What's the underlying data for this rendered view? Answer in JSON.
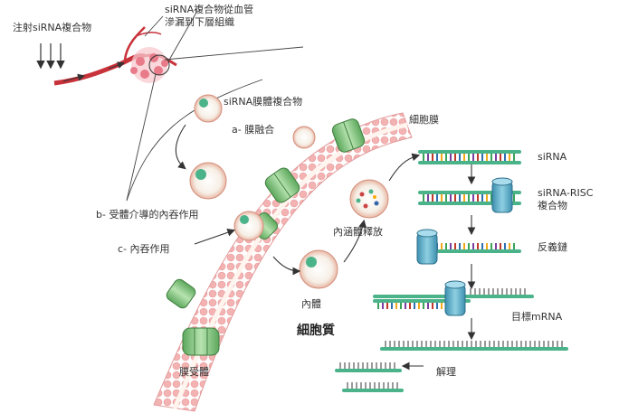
{
  "labels": {
    "injection": "注射siRNA複合物",
    "leak_line1": "siRNA複合物從血管",
    "leak_line2": "滲漏到下層組織",
    "lipo_complex": "siRNA膜體複合物",
    "fusion": "a- 膜融合",
    "cell_membrane": "細胞膜",
    "receptor_endocytosis": "b- 受體介導的內吞作用",
    "endocytosis": "c- 內吞作用",
    "endosome_release": "內涵體釋放",
    "endosome": "內體",
    "cytoplasm": "細胞質",
    "receptor": "膜受體",
    "sirna": "siRNA",
    "risc_line1": "siRNA-RISC",
    "risc_line2": "複合物",
    "antisense": "反義鏈",
    "target_mrna": "目標mRNA",
    "cleavage": "解理"
  },
  "colors": {
    "membrane_pink": "#f3b3b3",
    "membrane_inner": "#fbe3e3",
    "receptor_green": "#8cc98c",
    "risc_blue": "#5fb0c8",
    "rna_backbone": "#4bb38a",
    "blood_vessel": "#c8323a"
  }
}
